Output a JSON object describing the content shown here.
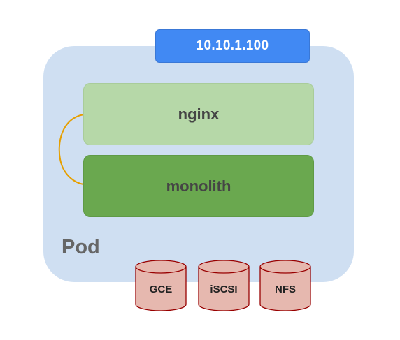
{
  "pod": {
    "label": "Pod",
    "ip_address": "10.10.1.100"
  },
  "containers": [
    {
      "name": "nginx"
    },
    {
      "name": "monolith"
    }
  ],
  "volumes": [
    {
      "name": "GCE"
    },
    {
      "name": "iSCSI"
    },
    {
      "name": "NFS"
    }
  ],
  "colors": {
    "pod_background": "#cfdff2",
    "ip_box": "#4189f3",
    "nginx": "#b6d8a8",
    "monolith": "#6aa84f",
    "volume": "#e6b8af",
    "volume_stroke": "#980000",
    "link": "#e69f00"
  }
}
